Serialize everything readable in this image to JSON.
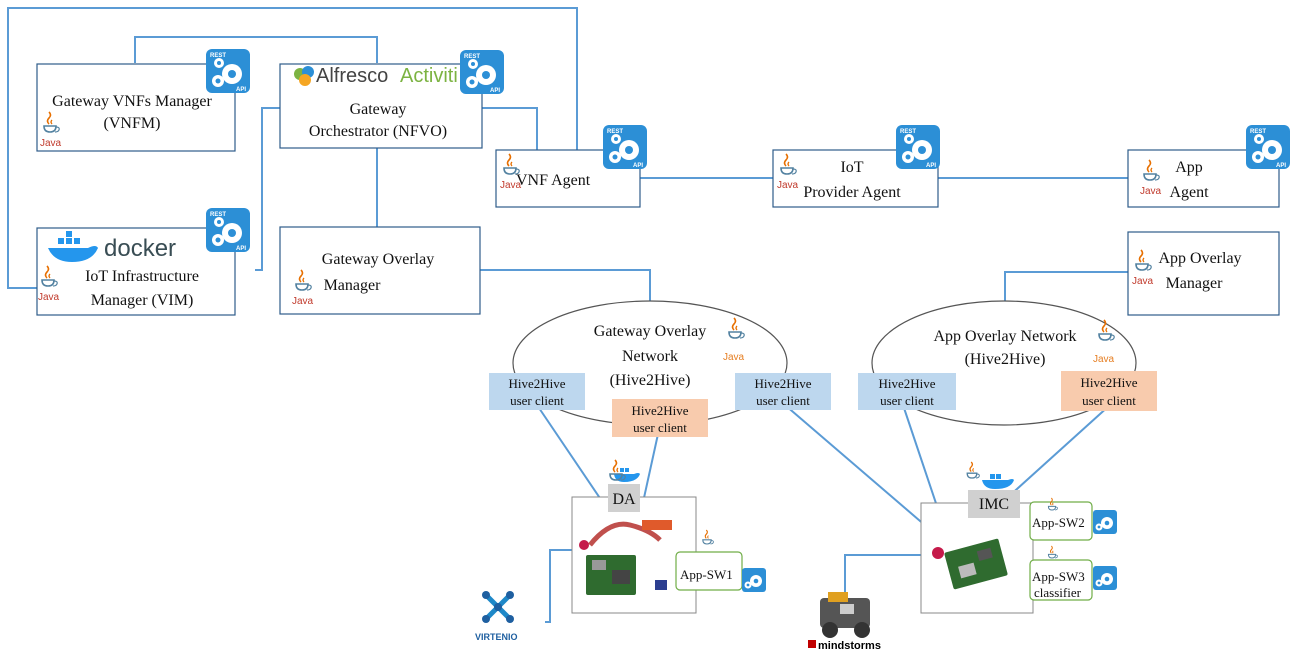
{
  "components": {
    "vnfm": {
      "line1": "Gateway  VNFs Manager",
      "line2": "(VNFM)"
    },
    "nfvo": {
      "brand_prefix": "Alfresco",
      "brand_suffix": "Activiti",
      "line1": "Gateway",
      "line2": "Orchestrator  (NFVO)"
    },
    "vim": {
      "brand": "docker",
      "line1": "IoT  Infrastructure",
      "line2": "Manager  (VIM)"
    },
    "gom": {
      "line1": "Gateway  Overlay",
      "line2": "Manager"
    },
    "vnf_agent": {
      "label": "VNF Agent"
    },
    "iot_agent": {
      "line1": "IoT",
      "line2": "Provider Agent"
    },
    "app_agent": {
      "line1": "App",
      "line2": "Agent"
    },
    "aom": {
      "line1": "App Overlay",
      "line2": "Manager"
    },
    "gon": {
      "line1": "Gateway  Overlay",
      "line2": "Network",
      "line3": "(Hive2Hive)"
    },
    "aon": {
      "line1": "App Overlay  Network",
      "line2": "(Hive2Hive)"
    },
    "h2h": {
      "line1": "Hive2Hive",
      "line2": "user client"
    },
    "da": {
      "label": "DA"
    },
    "imc": {
      "label": "IMC"
    },
    "app_sw1": {
      "label": "App-SW1"
    },
    "app_sw2": {
      "label": "App-SW2"
    },
    "app_sw3": {
      "label": "App-SW3",
      "sub": "classifier"
    },
    "virtenio": {
      "label": "VIRTENIO"
    },
    "mindstorms": {
      "label": "mindstorms"
    }
  },
  "badges": {
    "rest": "REST",
    "api": "API",
    "java": "Java"
  },
  "colors": {
    "line": "#5b9bd5",
    "box_border": "#2e5c8a",
    "api_blue": "#2c8fd6",
    "client_blue": "#bdd7ee",
    "client_orange": "#f8cbad",
    "green_border": "#70ad47",
    "activiti_green": "#7cb342"
  }
}
